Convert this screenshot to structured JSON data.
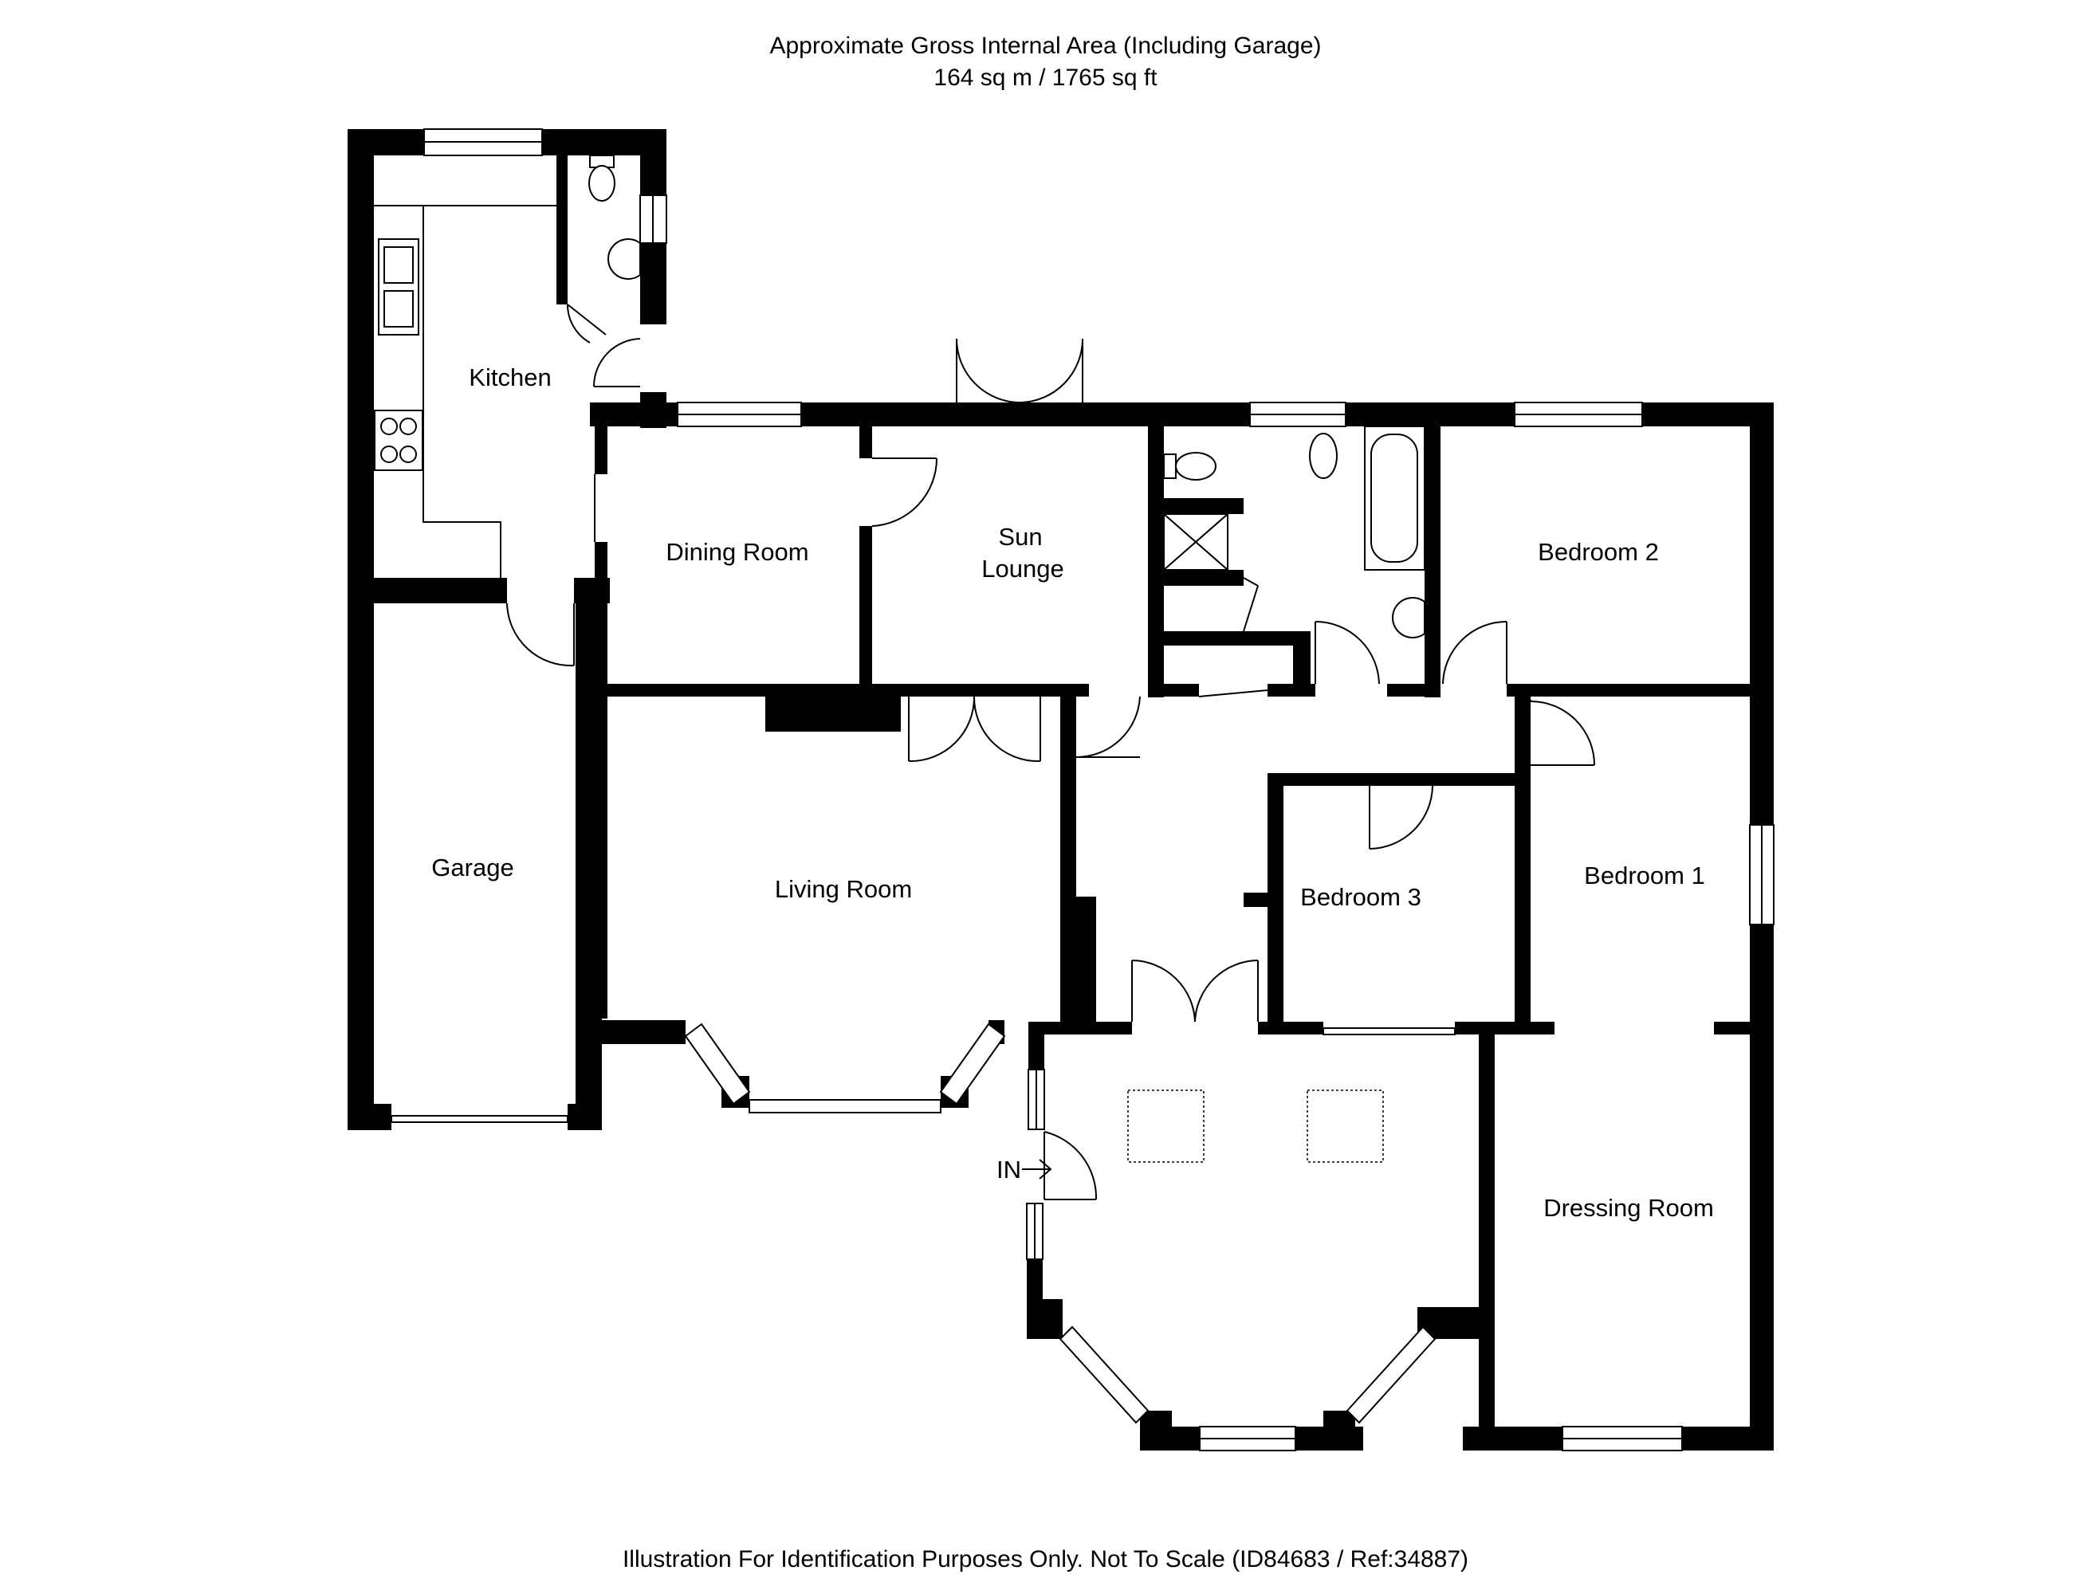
{
  "header": {
    "line1": "Approximate Gross Internal Area (Including Garage)",
    "line2": "164 sq m / 1765 sq ft"
  },
  "footer": {
    "text": "Illustration For Identification Purposes Only. Not To Scale (ID84683 / Ref:34887)"
  },
  "rooms": {
    "kitchen": "Kitchen",
    "dining_room": "Dining Room",
    "sun_lounge_line1": "Sun",
    "sun_lounge_line2": "Lounge",
    "bedroom_2": "Bedroom 2",
    "garage": "Garage",
    "living_room": "Living Room",
    "bedroom_3": "Bedroom 3",
    "bedroom_1": "Bedroom 1",
    "dressing_room": "Dressing Room"
  },
  "entrance": {
    "label": "IN"
  },
  "colors": {
    "wall": "#000000",
    "background": "#ffffff"
  },
  "icons": {
    "entrance": "arrow-right-icon"
  }
}
